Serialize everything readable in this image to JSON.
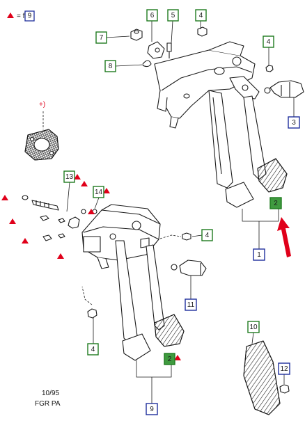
{
  "legend": {
    "symbol": "= f",
    "ref": "9"
  },
  "notes": {
    "plus_paren": "+)"
  },
  "footer": {
    "date": "10/95",
    "code": "FGR  PA"
  },
  "colors": {
    "blue_box": "#1f2f9c",
    "green_box": "#1e7a1e",
    "green_fill": "#3f9a3f",
    "red": "#e0001a",
    "line": "#1a1a1a"
  },
  "callouts": [
    {
      "id": "c6",
      "text": "6",
      "style": "green"
    },
    {
      "id": "c5",
      "text": "5",
      "style": "green"
    },
    {
      "id": "c4a",
      "text": "4",
      "style": "green"
    },
    {
      "id": "c7",
      "text": "7",
      "style": "green"
    },
    {
      "id": "c8",
      "text": "8",
      "style": "green"
    },
    {
      "id": "c4b",
      "text": "4",
      "style": "green"
    },
    {
      "id": "c3",
      "text": "3",
      "style": "blue"
    },
    {
      "id": "c13",
      "text": "13",
      "style": "green"
    },
    {
      "id": "c14",
      "text": "14",
      "style": "green"
    },
    {
      "id": "c2a",
      "text": "2",
      "style": "green-filled"
    },
    {
      "id": "c1",
      "text": "1",
      "style": "blue"
    },
    {
      "id": "c4c",
      "text": "4",
      "style": "green"
    },
    {
      "id": "c11",
      "text": "11",
      "style": "blue"
    },
    {
      "id": "c4d",
      "text": "4",
      "style": "green"
    },
    {
      "id": "c2b",
      "text": "2",
      "style": "green-filled"
    },
    {
      "id": "c9",
      "text": "9",
      "style": "blue"
    },
    {
      "id": "c10",
      "text": "10",
      "style": "green"
    },
    {
      "id": "c12",
      "text": "12",
      "style": "blue"
    }
  ]
}
